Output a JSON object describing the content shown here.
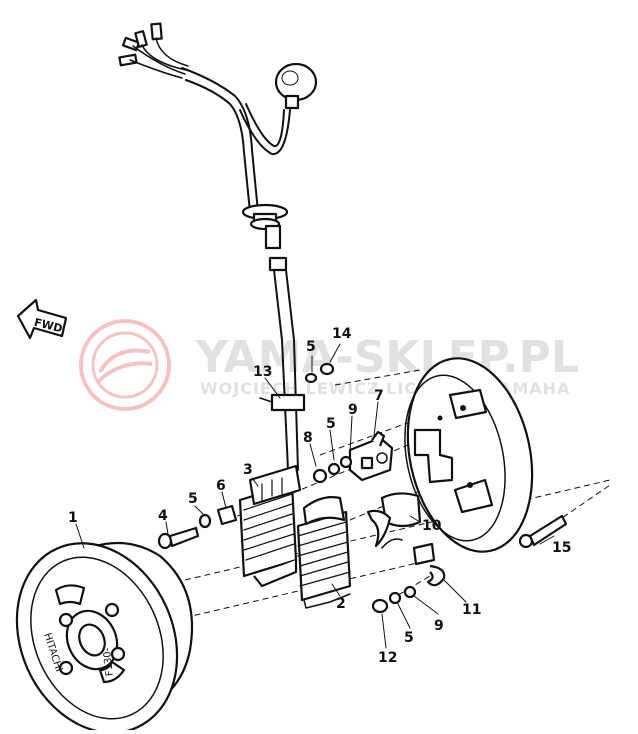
{
  "diagram": {
    "direction_label": "FWD",
    "rotor_stamp_brand": "HITACHI",
    "rotor_stamp_code": "F130-",
    "callouts": [
      "1",
      "2",
      "3",
      "4",
      "5",
      "5",
      "5",
      "6",
      "7",
      "8",
      "9",
      "9",
      "10",
      "11",
      "12",
      "13",
      "14",
      "15"
    ]
  },
  "watermark": {
    "name": "YAMA-SKLEP.PL",
    "subline": "WOJCIECH LEWICZ LICEALNA YAMAHA"
  },
  "colors": {
    "line": "#111111",
    "watermark_red": "#e05a5a",
    "watermark_grey": "#c9c9c9"
  }
}
